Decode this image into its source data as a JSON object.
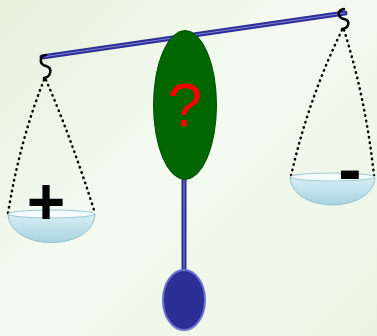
{
  "diagram": {
    "nodes": [
      {
        "text": [
          "?"
        ]
      }
    ],
    "labels": [
      "+",
      "-"
    ]
  }
}
